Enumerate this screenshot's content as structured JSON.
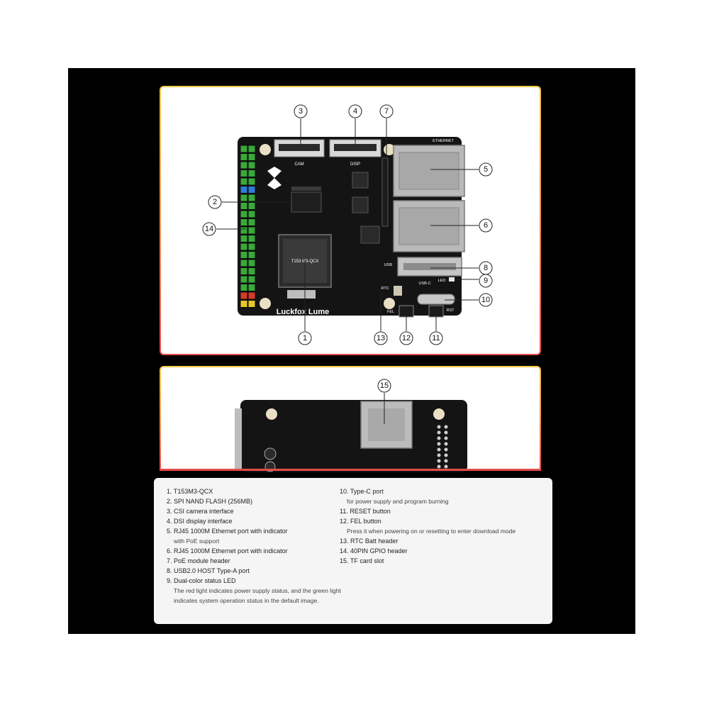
{
  "board": {
    "brand_text": "Luckfox Lume",
    "labels": {
      "cam": "CAM",
      "disp": "DISP",
      "ethernet": "ETHERNET",
      "usb": "USB",
      "usb_c": "USB-C",
      "led": "LED",
      "rtc": "RTC",
      "fel": "FEL",
      "rst": "RST"
    },
    "chip_text": "T153 M3-QCX"
  },
  "callouts": [
    "1",
    "2",
    "3",
    "4",
    "5",
    "6",
    "7",
    "8",
    "9",
    "10",
    "11",
    "12",
    "13",
    "14",
    "15"
  ],
  "legend": {
    "left": [
      {
        "text": "1. T153M3-QCX"
      },
      {
        "text": "2. SPI NAND FLASH (256MB)"
      },
      {
        "text": "3. CSI camera interface"
      },
      {
        "text": "4. DSI display interface"
      },
      {
        "text": "5. RJ45 1000M Ethernet port with indicator",
        "desc": "with PoE support"
      },
      {
        "text": "6. RJ45 1000M Ethernet port with indicator"
      },
      {
        "text": "7. PoE module header"
      },
      {
        "text": "8. USB2.0 HOST Type-A port"
      },
      {
        "text": "9. Dual-color status LED",
        "desc": "The red light indicates power supply status, and the green light",
        "desc2": "indicates system operation status in the default image."
      }
    ],
    "right": [
      {
        "text": "10. Type-C port",
        "desc": "for power supply and program burning"
      },
      {
        "text": "11. RESET button"
      },
      {
        "text": "12. FEL button",
        "desc": "Press it when powering on or resetting to enter download mode"
      },
      {
        "text": "13. RTC Batt header"
      },
      {
        "text": "14. 40PIN GPIO header"
      },
      {
        "text": "15. TF card slot"
      }
    ]
  },
  "colors": {
    "pcb": "#141414",
    "panel_gradient_top": "#f3c743",
    "panel_gradient_bottom": "#e64c4c",
    "header_green": "#3aa83a",
    "header_blue": "#2f7bd6",
    "header_red": "#d83a2a",
    "header_yellow": "#e6c72a",
    "metal": "#b9b9b9"
  }
}
